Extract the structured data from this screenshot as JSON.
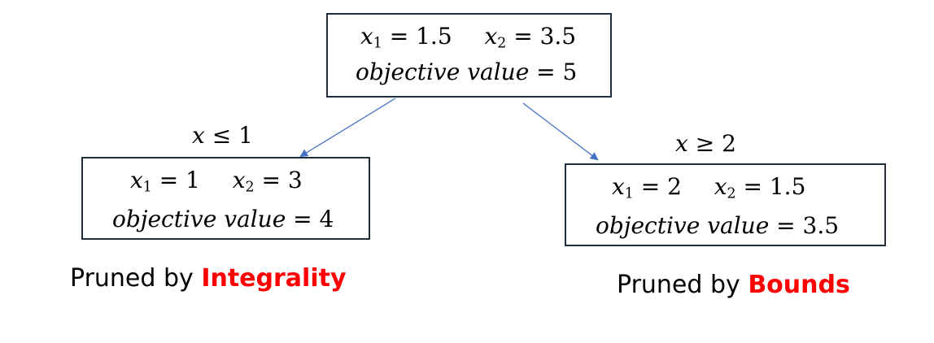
{
  "colors": {
    "edge": "#4472c4",
    "border": "#1f2d3d",
    "accent": "#ff0000"
  },
  "root": {
    "x1_name": "x",
    "x1_sub": "1",
    "x1_value": "1.5",
    "x2_name": "x",
    "x2_sub": "2",
    "x2_value": "3.5",
    "obj_label": "objective value",
    "obj_value": "5"
  },
  "left_branch": {
    "condition_var": "x",
    "condition_op": "≤",
    "condition_value": "1",
    "node": {
      "x1_name": "x",
      "x1_sub": "1",
      "x1_value": "1",
      "x2_name": "x",
      "x2_sub": "2",
      "x2_value": "3",
      "obj_label": "objective value",
      "obj_value": "4"
    },
    "pruned_prefix": "Pruned by",
    "pruned_reason": "Integrality"
  },
  "right_branch": {
    "condition_var": "x",
    "condition_op": "≥",
    "condition_value": "2",
    "node": {
      "x1_name": "x",
      "x1_sub": "1",
      "x1_value": "2",
      "x2_name": "x",
      "x2_sub": "2",
      "x2_value": "1.5",
      "obj_label": "objective value",
      "obj_value": "3.5"
    },
    "pruned_prefix": "Pruned by",
    "pruned_reason": "Bounds"
  }
}
